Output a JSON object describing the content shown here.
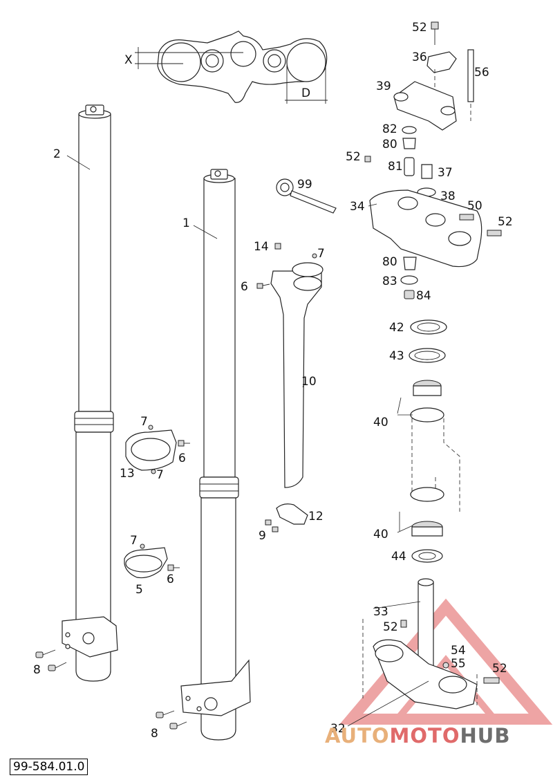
{
  "diagram": {
    "dimension_labels": {
      "x": "X",
      "d": "D"
    },
    "callouts": {
      "c1": "1",
      "c2": "2",
      "c5": "5",
      "c6a": "6",
      "c6b": "6",
      "c6c": "6",
      "c7a": "7",
      "c7b": "7",
      "c7c": "7",
      "c7d": "7",
      "c8a": "8",
      "c8b": "8",
      "c9": "9",
      "c10": "10",
      "c12": "12",
      "c13": "13",
      "c14": "14",
      "c32": "32",
      "c33": "33",
      "c34": "34",
      "c36": "36",
      "c37": "37",
      "c38": "38",
      "c39": "39",
      "c40a": "40",
      "c40b": "40",
      "c42": "42",
      "c43": "43",
      "c44": "44",
      "c50": "50",
      "c52a": "52",
      "c52b": "52",
      "c52c": "52",
      "c52d": "52",
      "c52e": "52",
      "c54": "54",
      "c55": "55",
      "c56": "56",
      "c80a": "80",
      "c80b": "80",
      "c81": "81",
      "c82": "82",
      "c83": "83",
      "c84": "84",
      "c99": "99"
    }
  },
  "document_number": "99-584.01.0",
  "watermark": {
    "part1": "AUTO",
    "part2": "MOTO",
    "part3": "HUB",
    "logo_color": "#e05a5a"
  }
}
